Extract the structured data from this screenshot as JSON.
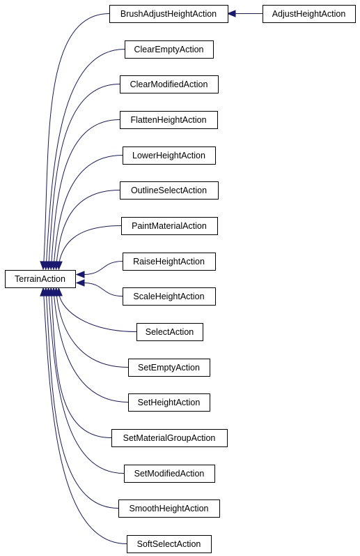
{
  "diagram": {
    "root": "TerrainAction",
    "nodes": [
      {
        "id": "TerrainAction",
        "label": "TerrainAction"
      },
      {
        "id": "BrushAdjustHeightAction",
        "label": "BrushAdjustHeightAction"
      },
      {
        "id": "AdjustHeightAction",
        "label": "AdjustHeightAction"
      },
      {
        "id": "ClearEmptyAction",
        "label": "ClearEmptyAction"
      },
      {
        "id": "ClearModifiedAction",
        "label": "ClearModifiedAction"
      },
      {
        "id": "FlattenHeightAction",
        "label": "FlattenHeightAction"
      },
      {
        "id": "LowerHeightAction",
        "label": "LowerHeightAction"
      },
      {
        "id": "OutlineSelectAction",
        "label": "OutlineSelectAction"
      },
      {
        "id": "PaintMaterialAction",
        "label": "PaintMaterialAction"
      },
      {
        "id": "RaiseHeightAction",
        "label": "RaiseHeightAction"
      },
      {
        "id": "ScaleHeightAction",
        "label": "ScaleHeightAction"
      },
      {
        "id": "SelectAction",
        "label": "SelectAction"
      },
      {
        "id": "SetEmptyAction",
        "label": "SetEmptyAction"
      },
      {
        "id": "SetHeightAction",
        "label": "SetHeightAction"
      },
      {
        "id": "SetMaterialGroupAction",
        "label": "SetMaterialGroupAction"
      },
      {
        "id": "SetModifiedAction",
        "label": "SetModifiedAction"
      },
      {
        "id": "SmoothHeightAction",
        "label": "SmoothHeightAction"
      },
      {
        "id": "SoftSelectAction",
        "label": "SoftSelectAction"
      }
    ],
    "edges": [
      {
        "from": "AdjustHeightAction",
        "to": "BrushAdjustHeightAction"
      },
      {
        "from": "BrushAdjustHeightAction",
        "to": "TerrainAction"
      },
      {
        "from": "ClearEmptyAction",
        "to": "TerrainAction"
      },
      {
        "from": "ClearModifiedAction",
        "to": "TerrainAction"
      },
      {
        "from": "FlattenHeightAction",
        "to": "TerrainAction"
      },
      {
        "from": "LowerHeightAction",
        "to": "TerrainAction"
      },
      {
        "from": "OutlineSelectAction",
        "to": "TerrainAction"
      },
      {
        "from": "PaintMaterialAction",
        "to": "TerrainAction"
      },
      {
        "from": "RaiseHeightAction",
        "to": "TerrainAction"
      },
      {
        "from": "ScaleHeightAction",
        "to": "TerrainAction"
      },
      {
        "from": "SelectAction",
        "to": "TerrainAction"
      },
      {
        "from": "SetEmptyAction",
        "to": "TerrainAction"
      },
      {
        "from": "SetHeightAction",
        "to": "TerrainAction"
      },
      {
        "from": "SetMaterialGroupAction",
        "to": "TerrainAction"
      },
      {
        "from": "SetModifiedAction",
        "to": "TerrainAction"
      },
      {
        "from": "SmoothHeightAction",
        "to": "TerrainAction"
      },
      {
        "from": "SoftSelectAction",
        "to": "TerrainAction"
      }
    ],
    "colors": {
      "edge": "#191970",
      "node_border": "#000000",
      "node_fill": "#ffffff",
      "text": "#000000"
    }
  }
}
